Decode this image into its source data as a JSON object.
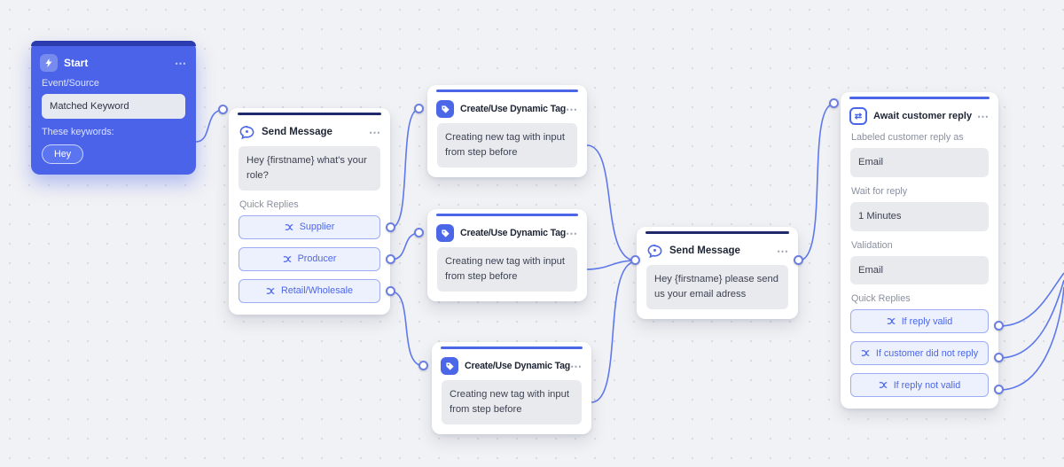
{
  "colors": {
    "accent": "#4c66e8",
    "start_node_bg": "#4a63e8",
    "canvas_bg": "#f1f2f5",
    "wire": "#4f6cec",
    "quick_reply_bg": "#edf1fe",
    "content_box_bg": "#e9eaee"
  },
  "ui": {
    "menu_icon": "⋯",
    "await_icon_glyph": "⇄"
  },
  "nodes": {
    "start": {
      "title": "Start",
      "event_source_label": "Event/Source",
      "event_source_value": "Matched Keyword",
      "keywords_label": "These keywords:",
      "keywords": [
        "Hey"
      ]
    },
    "send_message_1": {
      "title": "Send Message",
      "message": "Hey {firstname} what's your role?",
      "quick_replies_label": "Quick Replies",
      "quick_replies": [
        "Supplier",
        "Producer",
        "Retail/Wholesale"
      ]
    },
    "dynamic_tag": {
      "title": "Create/Use Dynamic Tag",
      "body": "Creating new tag with input from step before"
    },
    "send_message_2": {
      "title": "Send Message",
      "message": "Hey {firstname} please send us your email adress"
    },
    "await_reply": {
      "title": "Await customer reply",
      "labeled_as_label": "Labeled customer reply as",
      "labeled_as_value": "Email",
      "wait_label": "Wait for reply",
      "wait_value": "1 Minutes",
      "validation_label": "Validation",
      "validation_value": "Email",
      "quick_replies_label": "Quick Replies",
      "quick_replies": [
        "If reply valid",
        "If customer did not reply",
        "If reply not valid"
      ]
    }
  }
}
